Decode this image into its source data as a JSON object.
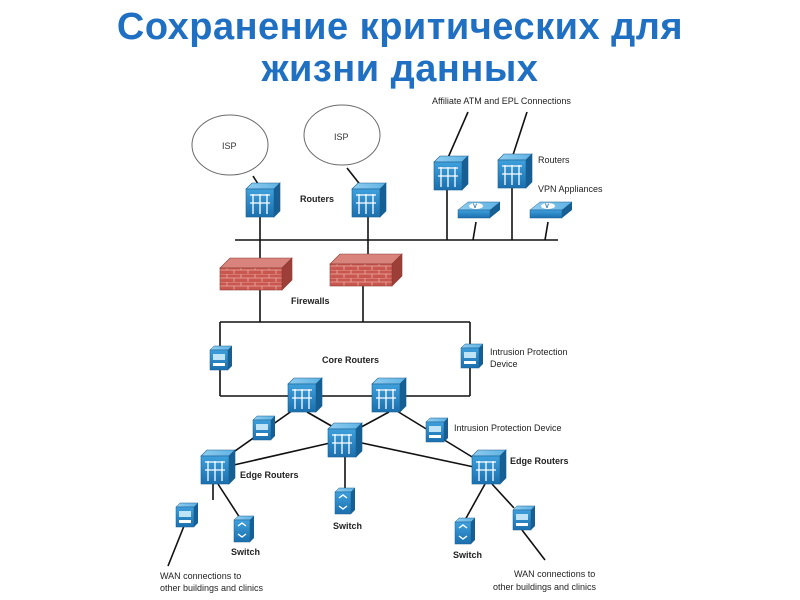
{
  "title_line1": "Сохранение критических для",
  "title_line2": "жизни данных",
  "diagram": {
    "isp": "ISP",
    "routers": "Routers",
    "firewalls": "Firewalls",
    "affiliate": "Affiliate ATM and EPL Connections",
    "vpn": "VPN Appliances",
    "core_routers": "Core Routers",
    "ips_line1": "Intrusion Protection",
    "ips_line2": "Device",
    "ips_device": "Intrusion Protection Device",
    "edge_routers": "Edge Routers",
    "switch": "Switch",
    "wan_line1": "WAN connections to",
    "wan_line2": "other buildings and clinics"
  },
  "colors": {
    "title": "#1f6fc2",
    "device": "#1e7fc0",
    "firewall": "#c0504d",
    "line": "#111111"
  }
}
